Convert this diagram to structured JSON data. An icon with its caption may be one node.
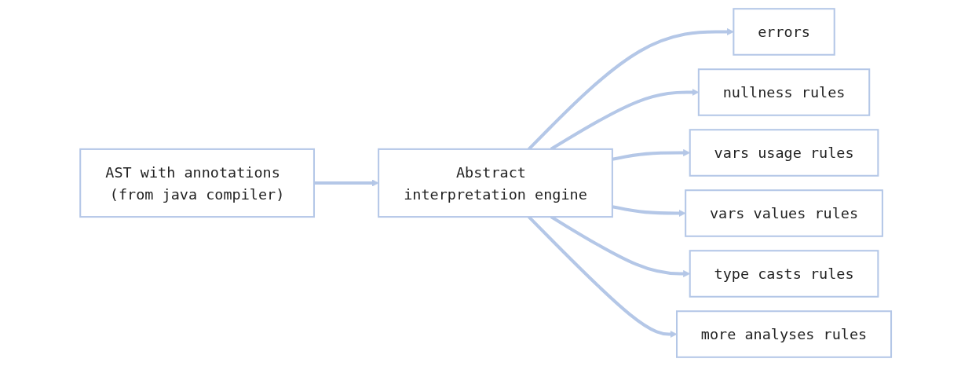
{
  "diagram": {
    "nodes": [
      {
        "text": [
          "AST with annotations (from java compiler)"
        ]
      },
      {
        "text": [
          "errors"
        ]
      },
      {
        "text": [
          "Abstract interpretation engine"
        ]
      },
      {
        "text": [
          "nullness rules"
        ]
      },
      {
        "text": [
          "vars usage rules"
        ]
      },
      {
        "text": [
          "vars values rules"
        ]
      },
      {
        "text": [
          "type casts rules"
        ]
      },
      {
        "text": [
          "more analyses rules"
        ]
      }
    ],
    "edges": [
      {
        "from": 0,
        "to": 2,
        "arrow": "to"
      },
      {
        "from": 2,
        "to": 1,
        "arrow": "to"
      },
      {
        "from": 2,
        "to": 3,
        "arrow": "to"
      },
      {
        "from": 2,
        "to": 4,
        "arrow": "to"
      },
      {
        "from": 2,
        "to": 5,
        "arrow": "to"
      },
      {
        "from": 2,
        "to": 6,
        "arrow": "to"
      },
      {
        "from": 2,
        "to": 7,
        "arrow": "to"
      }
    ]
  }
}
